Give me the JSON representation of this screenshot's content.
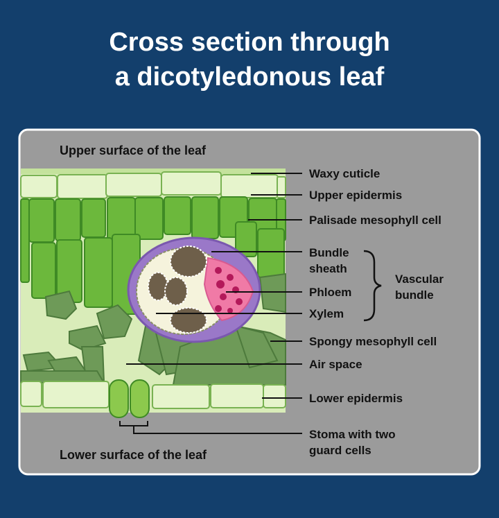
{
  "title": {
    "line1": "Cross section through",
    "line2": "a dicotyledonous leaf"
  },
  "surfaces": {
    "upper": "Upper surface of the leaf",
    "lower": "Lower surface of the leaf"
  },
  "labels": {
    "waxy_cuticle": "Waxy cuticle",
    "upper_epidermis": "Upper epidermis",
    "palisade": "Palisade mesophyll cell",
    "bundle_sheath_1": "Bundle",
    "bundle_sheath_2": "sheath",
    "phloem": "Phloem",
    "xylem": "Xylem",
    "vascular_1": "Vascular",
    "vascular_2": "bundle",
    "spongy": "Spongy mesophyll cell",
    "air_space": "Air space",
    "lower_epidermis": "Lower epidermis",
    "stoma_1": "Stoma with two",
    "stoma_2": "guard cells"
  },
  "colors": {
    "background": "#133f6c",
    "panel": "#9b9b9b",
    "leaf": "#d9ecb9",
    "palisade": "#6cb83c",
    "spongy": "#6e9a58",
    "sheath": "#9a78c8",
    "phloem": "#f07aa6",
    "xylem": "#6e5f4a"
  }
}
